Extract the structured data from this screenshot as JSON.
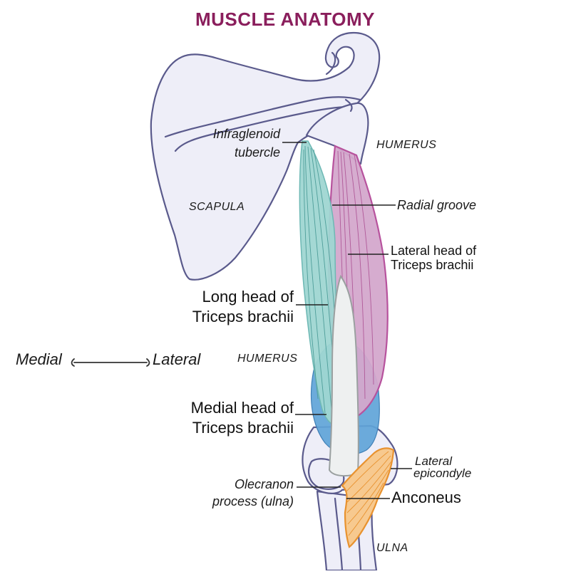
{
  "title": "MUSCLE ANATOMY",
  "colors": {
    "title": "#8a1e5c",
    "bone_fill": "#eeeef8",
    "bone_outline": "#5a5a8c",
    "long_head": "#9fd6d2",
    "lateral_head": "#d4a8cc",
    "medial_head": "#5fa4d8",
    "anconeus": "#f7c98f",
    "anconeus_outline": "#e8922f",
    "humerus_shaft": "#eef0f0"
  },
  "bones": {
    "scapula": "SCAPULA",
    "humerus_upper": "HUMERUS",
    "humerus_lower": "HUMERUS",
    "ulna": "ULNA"
  },
  "labels": {
    "infraglenoid_line1": "Infraglenoid",
    "infraglenoid_line2": "tubercle",
    "radial_groove": "Radial groove",
    "lateral_head_line1": "Lateral head of",
    "lateral_head_line2": "Triceps brachii",
    "long_head_line1": "Long head of",
    "long_head_line2": "Triceps brachii",
    "medial_head_line1": "Medial head of",
    "medial_head_line2": "Triceps brachii",
    "lateral_epicondyle_line1": "Lateral",
    "lateral_epicondyle_line2": "epicondyle",
    "olecranon_line1": "Olecranon",
    "olecranon_line2": "process (ulna)",
    "anconeus": "Anconeus"
  },
  "orientation": {
    "medial": "Medial",
    "lateral": "Lateral"
  }
}
